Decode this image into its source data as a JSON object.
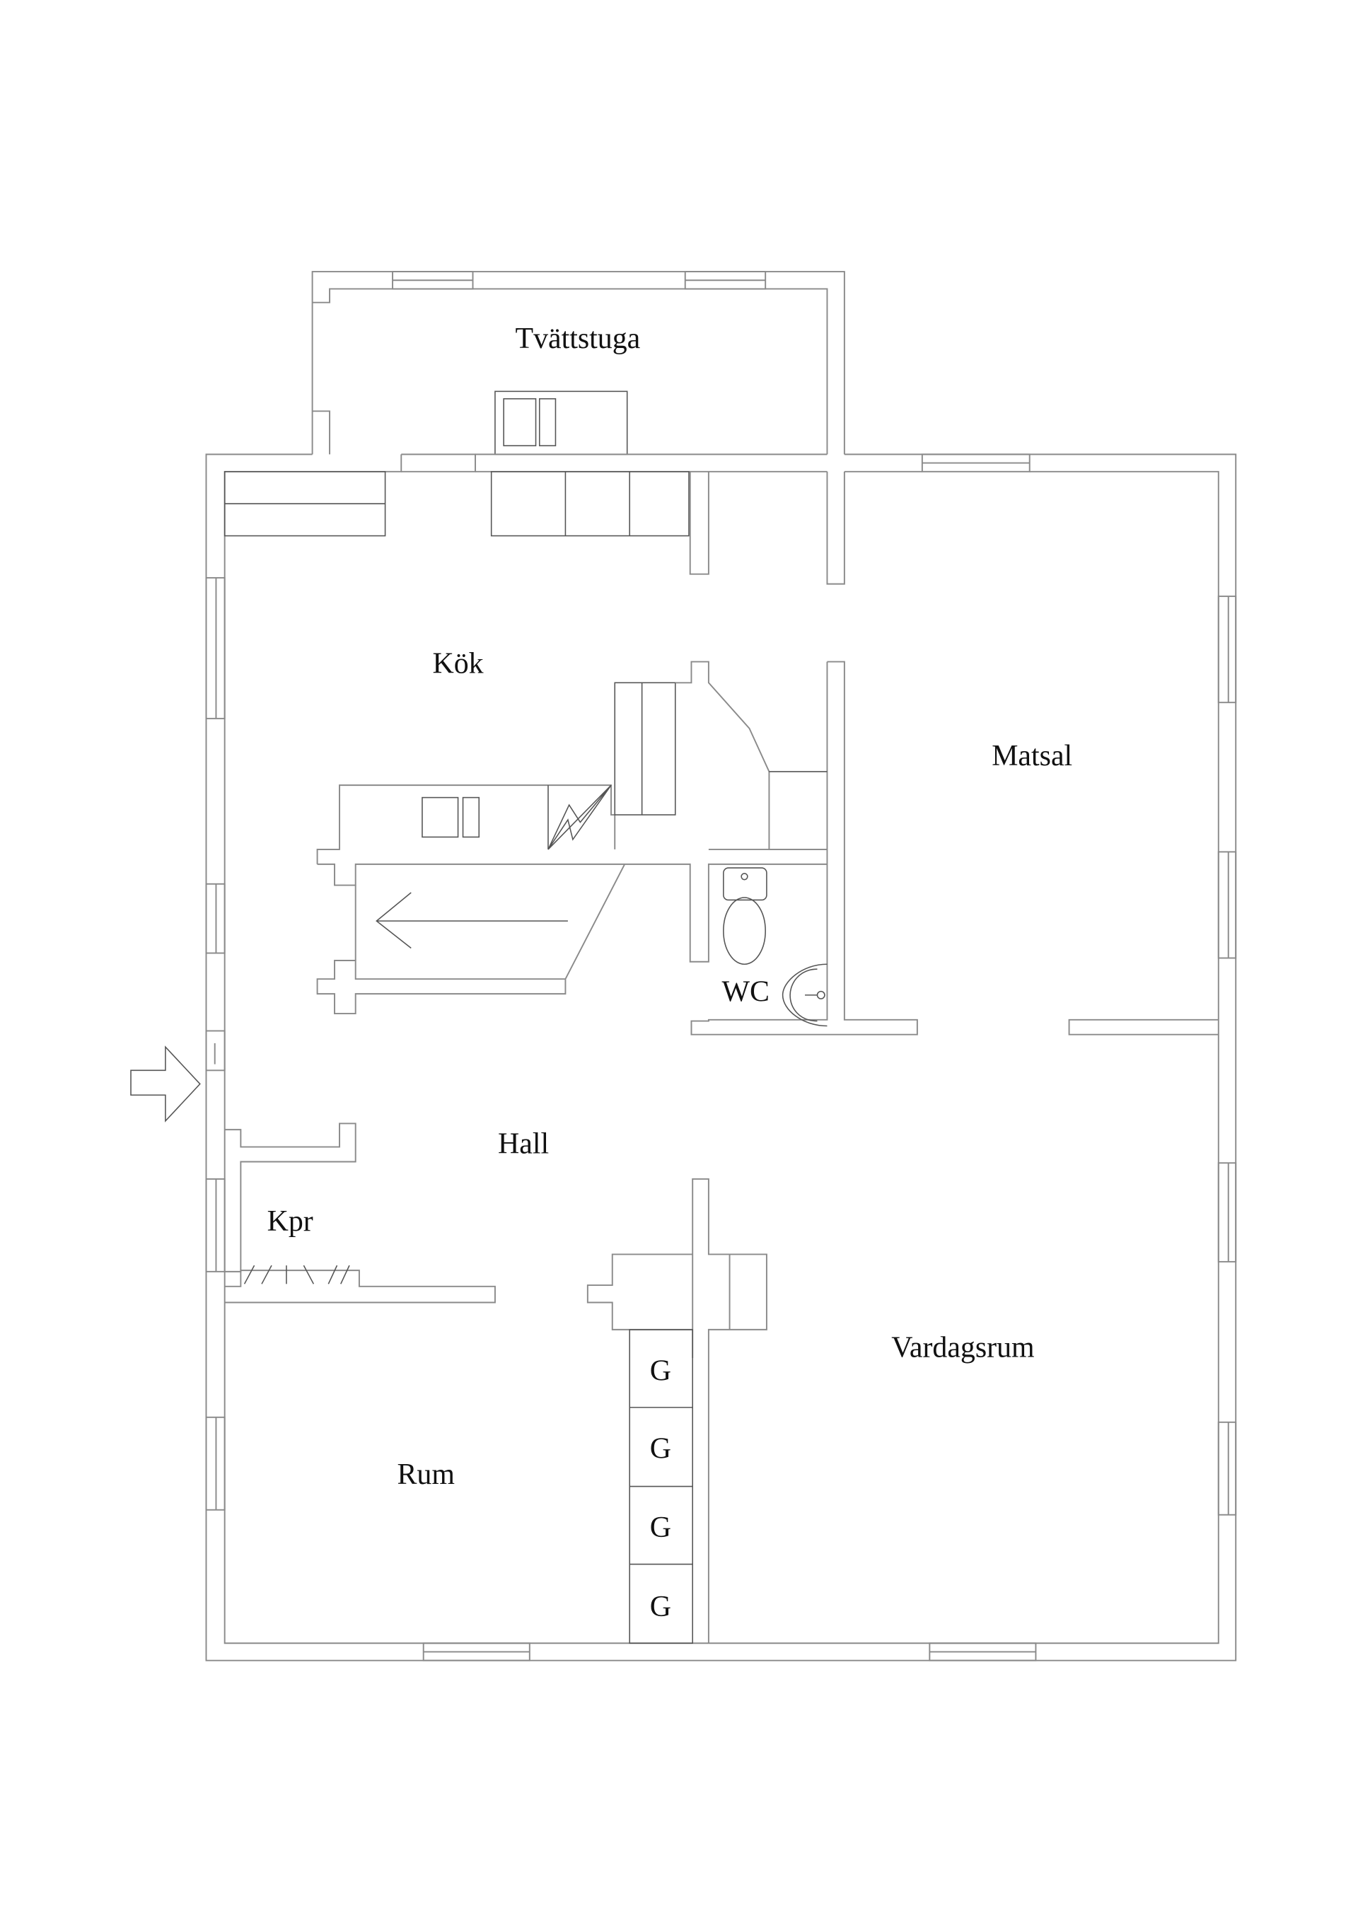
{
  "plan": {
    "rooms": {
      "tvattstuga": "Tvättstuga",
      "kok": "Kök",
      "matsal": "Matsal",
      "wc": "WC",
      "hall": "Hall",
      "kpr": "Kpr",
      "rum": "Rum",
      "vardagsrum": "Vardagsrum"
    },
    "closets": [
      "G",
      "G",
      "G",
      "G"
    ],
    "line_color": "#8a8a8a",
    "background": "#ffffff"
  }
}
